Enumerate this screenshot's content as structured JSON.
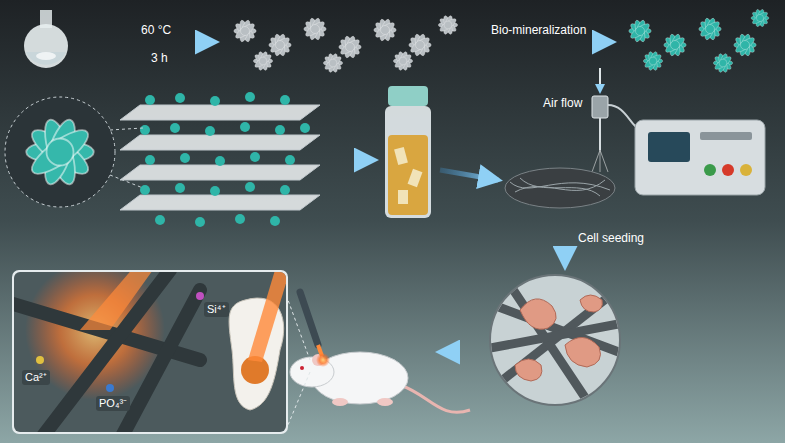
{
  "diagram": {
    "labels": [
      "60 °C",
      "3 h",
      "Bio-mineralization",
      "Air flow",
      "Cell seeding",
      "Ca²⁺",
      "PO₄³⁻",
      "Si⁴⁺"
    ]
  }
}
